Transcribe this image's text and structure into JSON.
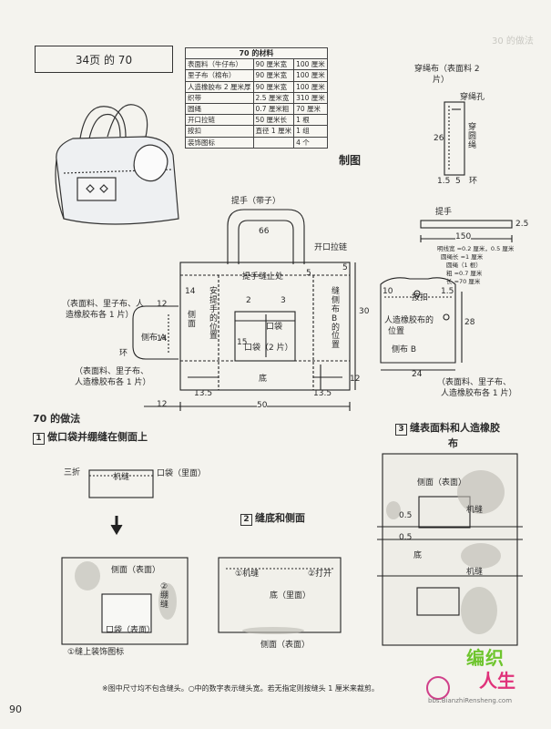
{
  "reference_box": "34页 的 70",
  "materials": {
    "title": "70 的材料",
    "rows": [
      [
        "表面料（牛仔布）",
        "90 厘米宽",
        "100 厘米"
      ],
      [
        "里子布（棉布）",
        "90 厘米宽",
        "100 厘米"
      ],
      [
        "人造橡胶布 2 厘米厚",
        "90 厘米宽",
        "100 厘米"
      ],
      [
        "织带",
        "2.5 厘米宽",
        "310 厘米"
      ],
      [
        "圆绳",
        "0.7 厘米粗",
        "70 厘米"
      ],
      [
        "开口拉链",
        "50 厘米长",
        "1 根"
      ],
      [
        "按扣",
        "直径 1 厘米",
        "1 组"
      ],
      [
        "装饰图标",
        "",
        "4 个"
      ]
    ]
  },
  "diagram_title": "制图",
  "main_pattern": {
    "handle_label": "提手（带子）",
    "handle_66": "66",
    "zipper_label": "开口拉链",
    "handle_stitch": "提手缝止处",
    "handle_pos": "安提手的位置",
    "side_panel": "侧面",
    "pocket": "口袋",
    "pocket_2": "口袋（2 片）",
    "bottom": "底",
    "side_a": "侧布 A",
    "loop": "环",
    "side_b_pos": "缝侧布 B 的位置",
    "left_note_1": "（表面料、里子布、人",
    "left_note_2": "造橡胶布各 1 片）",
    "bottom_note_1": "（表面料、里子布、",
    "bottom_note_2": "人造橡胶布各 1 片）",
    "d_12a": "12",
    "d_14": "14",
    "d_2": "2",
    "d_3": "3",
    "d_5a": "5",
    "d_5b": "5",
    "d_15": "15",
    "d_30": "30",
    "d_12b": "12",
    "d_13_5a": "13.5",
    "d_13_5b": "13.5",
    "d_12c": "12",
    "d_50": "50",
    "d_14b": "14"
  },
  "side_b": {
    "snap": "按扣",
    "rubber_pos_1": "人造橡胶布的",
    "rubber_pos_2": "位置",
    "name": "侧布 B",
    "d_10": "10",
    "d_15": "1.5",
    "d_28": "28",
    "d_24": "24",
    "note_1": "（表面料、里子布、",
    "note_2": "人造橡胶布各 1 片）"
  },
  "cord_cover": {
    "label_1": "穿绳布（表面料 2",
    "label_2": "片）",
    "hole": "穿绳孔",
    "fold": "穿圆绳",
    "d_26": "26",
    "d_15": "1.5",
    "d_5": "5",
    "loop": "环"
  },
  "strap": {
    "label": "提手",
    "d_25": "2.5",
    "d_150": "150",
    "note_1": "明线宽 =0.2 厘米，0.5 厘米",
    "note_2": "圆绳长 =1 厘米",
    "note_3": "圆绳（1 根）",
    "note_4": "粗 =0.7 厘米",
    "note_5": "长 =70 厘米"
  },
  "method_title": "70 的做法",
  "step1": {
    "num": "1",
    "title": "做口袋并绷缝在侧面上",
    "fold3": "三折",
    "machine": "机缝",
    "pocket_inside": "口袋（里面）",
    "side_face": "侧面（表面）",
    "attach": "②绷缝",
    "pocket_face": "口袋（表面）",
    "decor": "①缝上装饰图标"
  },
  "step2": {
    "num": "2",
    "title": "缝底和侧面",
    "sew": "①机缝",
    "open": "②打开",
    "bottom_inside": "底（里面）",
    "side_face": "侧面（表面）"
  },
  "step3": {
    "num": "3",
    "title_1": "缝表面料和人造橡胶",
    "title_2": "布",
    "side_face": "侧面（表面）",
    "machine": "机缝",
    "bottom": "底",
    "d_05a": "0.5",
    "d_05b": "0.5"
  },
  "footnote": "※图中尺寸均不包含缝头。○中的数字表示缝头宽。若无指定则按缝头 1 厘米来裁剪。",
  "page_number": "90",
  "logo": {
    "text1": "编织",
    "text2": "人生",
    "site": "bbs.BianzhiRensheng.com"
  }
}
